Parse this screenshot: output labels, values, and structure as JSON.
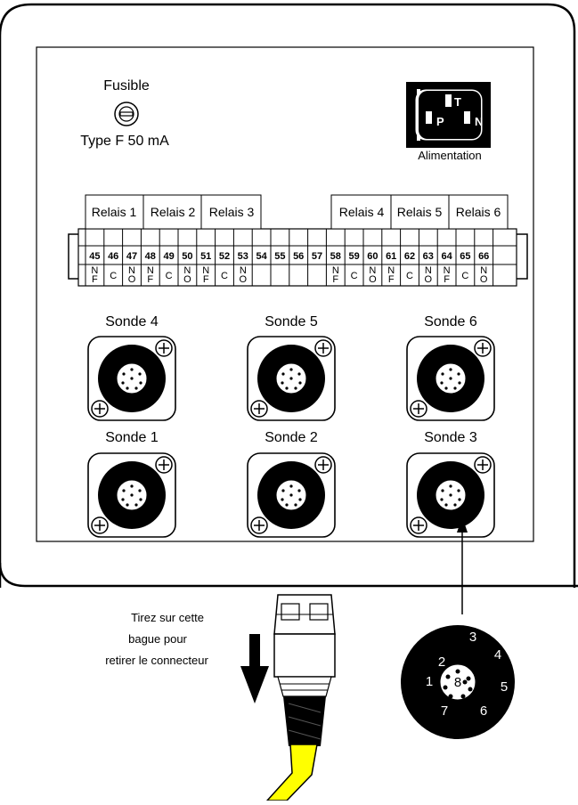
{
  "fuse": {
    "title": "Fusible",
    "type_label": "Type F 50 mA"
  },
  "power": {
    "label": "Alimentation",
    "pins": [
      "P",
      "T",
      "N"
    ]
  },
  "relays_left": [
    "Relais 1",
    "Relais 2",
    "Relais 3"
  ],
  "relays_right": [
    "Relais 4",
    "Relais 5",
    "Relais 6"
  ],
  "terminal_numbers": [
    "45",
    "46",
    "47",
    "48",
    "49",
    "50",
    "51",
    "52",
    "53",
    "54",
    "55",
    "56",
    "57",
    "58",
    "59",
    "60",
    "61",
    "62",
    "63",
    "64",
    "65",
    "66"
  ],
  "terminal_functions": [
    "N F",
    "C",
    "N O",
    "N F",
    "C",
    "N O",
    "N F",
    "C",
    "N O",
    "",
    "",
    "",
    "",
    "N F",
    "C",
    "N O",
    "N F",
    "C",
    "N O",
    "N F",
    "C",
    "N O"
  ],
  "probes_top": [
    "Sonde 4",
    "Sonde 5",
    "Sonde 6"
  ],
  "probes_bottom": [
    "Sonde 1",
    "Sonde 2",
    "Sonde 3"
  ],
  "instruction": {
    "line1": "Tirez sur cette",
    "line2": "bague  pour",
    "line3": "retirer le connecteur"
  },
  "pinout": [
    "1",
    "2",
    "3",
    "4",
    "5",
    "6",
    "7",
    "8"
  ],
  "colors": {
    "cable": "#ffff00",
    "connector_body": "#000000"
  }
}
